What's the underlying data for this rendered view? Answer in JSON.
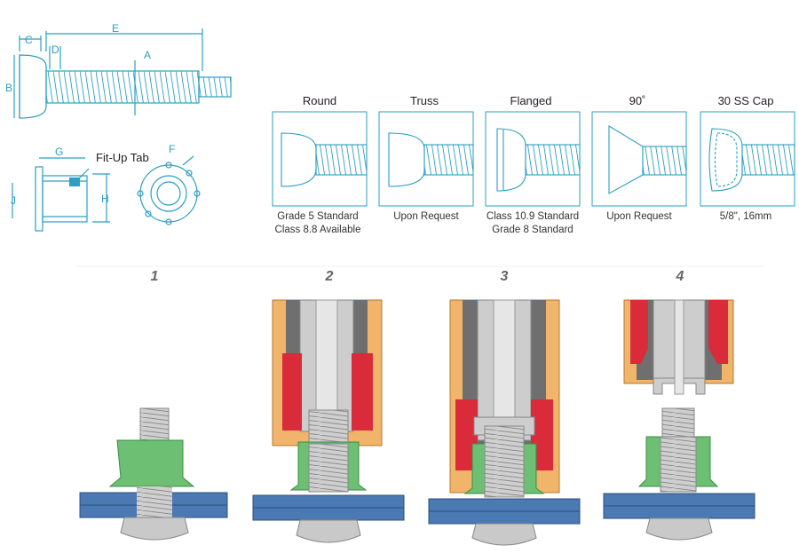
{
  "dimension_labels": {
    "a": "A",
    "b": "B",
    "c": "C",
    "d": "D",
    "e": "E",
    "f": "F",
    "g": "G",
    "h": "H",
    "j": "J",
    "fit_up_tab": "Fit-Up Tab"
  },
  "head_styles": [
    {
      "name": "Round",
      "caption_1": "Grade 5 Standard",
      "caption_2": "Class 8.8 Available"
    },
    {
      "name": "Truss",
      "caption_1": "Upon Request",
      "caption_2": ""
    },
    {
      "name": "Flanged",
      "caption_1": "Class 10.9 Standard",
      "caption_2": "Grade 8 Standard"
    },
    {
      "name": "90˚",
      "caption_1": "Upon Request",
      "caption_2": ""
    },
    {
      "name": "30 SS Cap",
      "caption_1": "5/8\", 16mm",
      "caption_2": ""
    }
  ],
  "steps": [
    {
      "number": "1"
    },
    {
      "number": "2"
    },
    {
      "number": "3"
    },
    {
      "number": "4"
    }
  ],
  "colors": {
    "line": "#2a9fc1",
    "collar": "#6cbf73",
    "plate": "#4a79b4",
    "pin": "#c9c9c9",
    "tool": "#f0b46a",
    "anvil": "#d92b3a",
    "nose": "#6f6f6f"
  }
}
